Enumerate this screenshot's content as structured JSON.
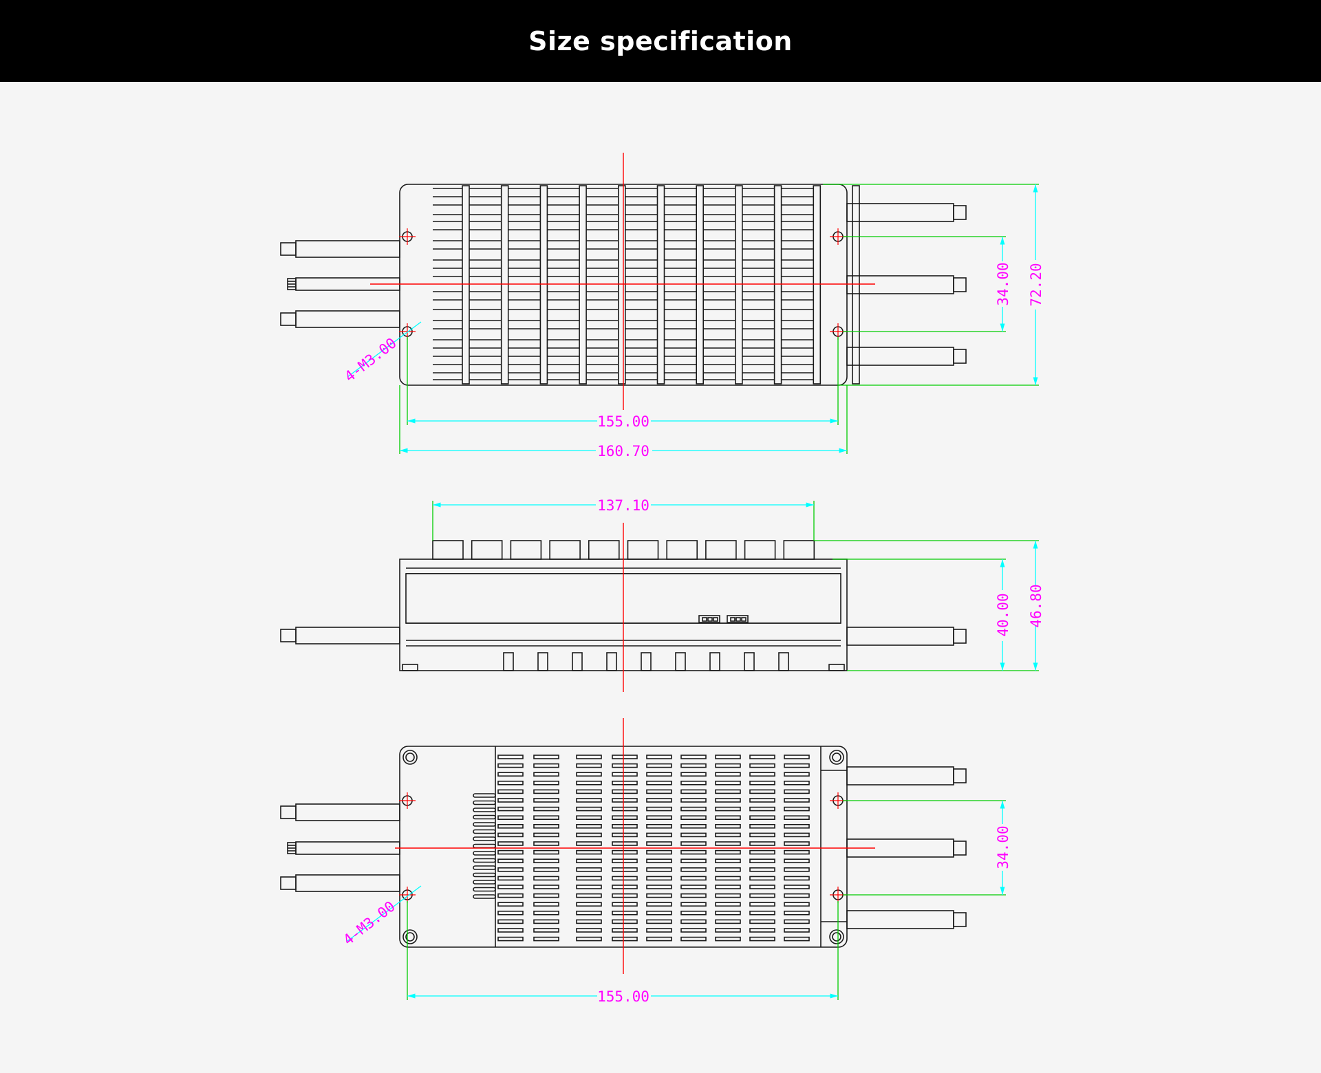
{
  "header": {
    "title": "Size specification"
  },
  "colors": {
    "outline": "#1a1a1a",
    "center_line": "#ff0000",
    "extension": "#00cc00",
    "dimension": "#00ffff",
    "dim_text": "#ff00ff"
  },
  "views": {
    "top": {
      "hole_callout": "4-M3.00",
      "dim_hole_spacing_x": "155.00",
      "dim_length": "160.70",
      "dim_hole_spacing_y": "34.00",
      "dim_width": "72.20"
    },
    "side": {
      "dim_fin_length": "137.10",
      "dim_body_height": "40.00",
      "dim_total_height": "46.80"
    },
    "bottom": {
      "hole_callout": "4-M3.00",
      "dim_hole_spacing_x": "155.00",
      "dim_hole_spacing_y": "34.00"
    }
  }
}
